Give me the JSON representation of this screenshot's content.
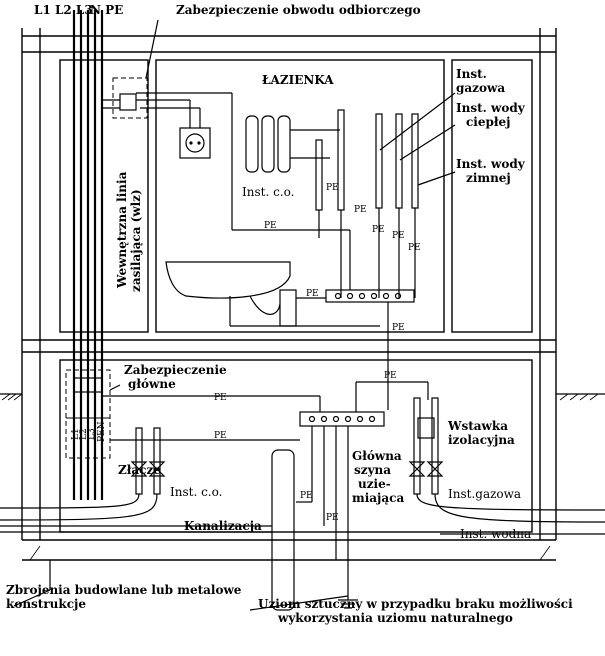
{
  "labels": {
    "phases": "L1 L2 L3",
    "n_pe": "N PE",
    "circuit_protection": "Zabezpieczenie obwodu odbiorczego",
    "bathroom": "ŁAZIENKA",
    "gas_inst_1": "Inst.",
    "gas_inst_2": "gazowa",
    "hot_water_1": "Inst. wody",
    "hot_water_2": "ciepłej",
    "cold_water_1": "Inst. wody",
    "cold_water_2": "zimnej",
    "heating_bath": "Inst. c.o.",
    "internal_line_1": "Wewnętrzna linia",
    "internal_line_2": "zasilająca (wlz)",
    "main_protection_1": "Zabezpieczenie",
    "main_protection_2": "główne",
    "connector": "Złącze",
    "heating_base": "Inst. c.o.",
    "sewage": "Kanalizacja",
    "main_bus_1": "Główna",
    "main_bus_2": "szyna",
    "main_bus_3": "uzie-",
    "main_bus_4": "miająca",
    "insulating_insert_1": "Wstawka",
    "insulating_insert_2": "izolacyjna",
    "gas_base": "Inst.gazowa",
    "water_base": "Inst. wodna",
    "reinforcement_1": "Zbrojenia budowlane lub metalowe",
    "reinforcement_2": "konstrukcje",
    "earth_electrode_1": "Uziom sztuczny w przypadku braku możliwości",
    "earth_electrode_2": "wykorzystania uziomu naturalnego",
    "pe": "PE",
    "l1": "L1",
    "l2": "L2",
    "l3": "L3",
    "pen": "PEN"
  }
}
